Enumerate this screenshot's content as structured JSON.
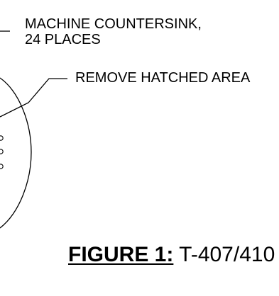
{
  "notes": {
    "countersink": "MACHINE COUNTERSINK,\n24 PLACES",
    "remove_hatched": "REMOVE HATCHED AREA"
  },
  "figure": {
    "label": "FIGURE 1:",
    "part_number": "T-407/410"
  },
  "colors": {
    "line": "#000000",
    "background": "#ffffff"
  }
}
